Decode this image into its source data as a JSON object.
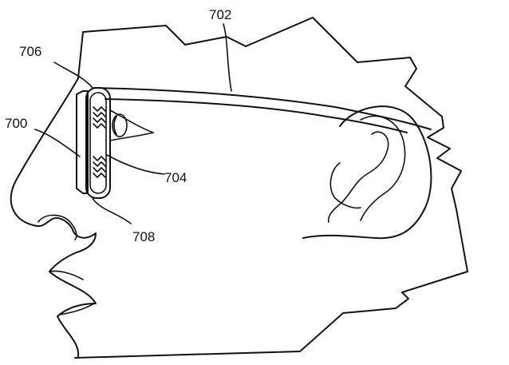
{
  "figure": {
    "labels": {
      "glasses_frame": "702",
      "lens_top_edge": "706",
      "head": "700",
      "lens_inner": "704",
      "lens_bottom_edge": "708"
    },
    "ink_color": "#111111",
    "background_color": "#ffffff"
  }
}
